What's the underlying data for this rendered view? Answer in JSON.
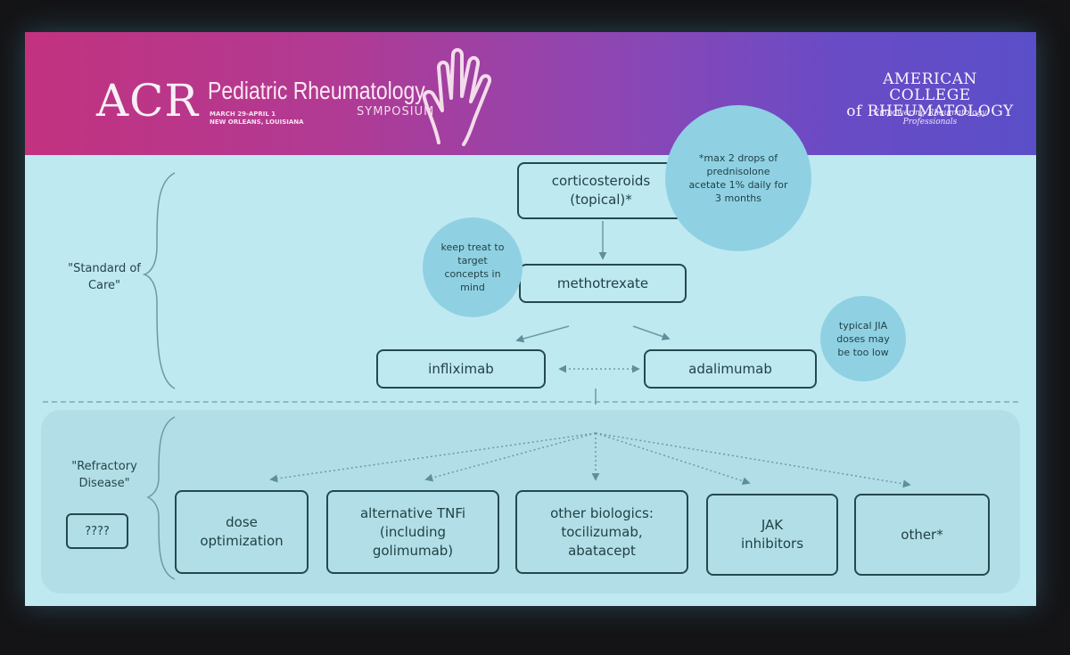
{
  "banner": {
    "logo_text": "ACR",
    "event_name": "Pediatric Rheumatology",
    "event_subtitle": "SYMPOSIUM",
    "dates_line1": "MARCH 29-APRIL 1",
    "dates_line2": "NEW ORLEANS, LOUISIANA",
    "college_line1": "AMERICAN COLLEGE",
    "college_line2": "of RHEUMATOLOGY",
    "college_tagline": "Empowering Rheumatology Professionals",
    "hand_logo_icon": "hand-logo-icon"
  },
  "sections": {
    "standard_label": "\"Standard of Care\"",
    "refractory_label": "\"Refractory Disease\""
  },
  "nodes": {
    "corticosteroids": "corticosteroids (topical)*",
    "methotrexate": "methotrexate",
    "infliximab": "infliximab",
    "adalimumab": "adalimumab",
    "unknown": "????",
    "dose_optimization": "dose optimization",
    "alternative_tnfi": "alternative TNFi (including golimumab)",
    "other_biologics": "other biologics: tocilizumab, abatacept",
    "jak_inhibitors": "JAK inhibitors",
    "other": "other*"
  },
  "bubbles": {
    "prednisolone": "*max 2 drops of prednisolone acetate 1% daily for 3 months",
    "treat_to_target": "keep treat to target concepts in mind",
    "jia_doses": "typical JIA doses may be too low"
  },
  "colors": {
    "banner_start": "#c2327f",
    "banner_end": "#5a4fc8",
    "slide_bg": "#bfe9f1",
    "bubble": "#8fd1e3",
    "box_border": "#24494f"
  }
}
